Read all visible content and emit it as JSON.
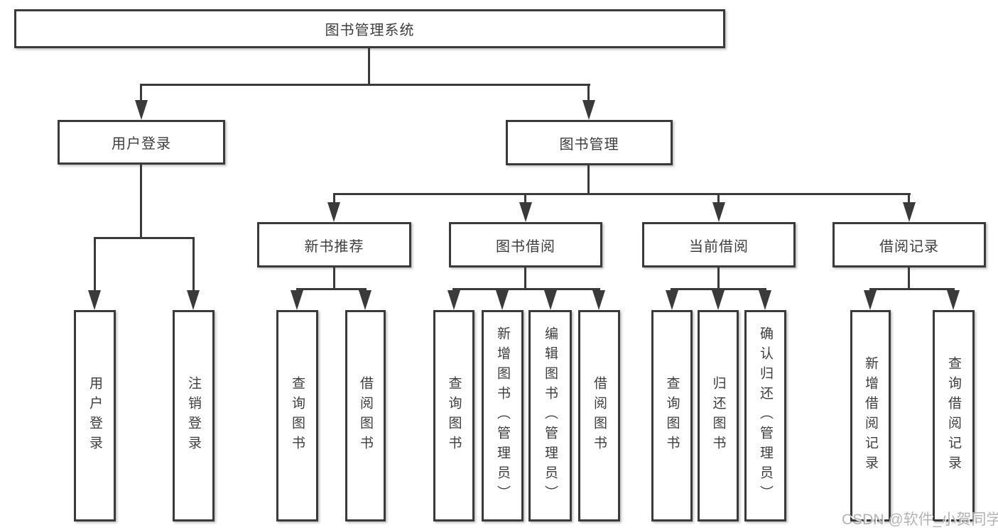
{
  "root": {
    "label": "图书管理系统"
  },
  "branches": [
    {
      "label": "用户登录",
      "children": [
        "用户登录",
        "注销登录"
      ]
    },
    {
      "label": "图书管理",
      "sections": [
        {
          "label": "新书推荐",
          "children": [
            "查询图书",
            "借阅图书"
          ]
        },
        {
          "label": "图书借阅",
          "children": [
            "查询图书",
            "新增图书（管理员）",
            "编辑图书（管理员）",
            "借阅图书"
          ]
        },
        {
          "label": "当前借阅",
          "children": [
            "查询图书",
            "归还图书",
            "确认归还（管理员）"
          ]
        },
        {
          "label": "借阅记录",
          "children": [
            "新增借阅记录",
            "查询借阅记录"
          ]
        }
      ]
    }
  ],
  "watermark": {
    "text": "CSDN @软件_小贺同学"
  },
  "colors": {
    "line": "#3a3a3a",
    "text": "#3d3d3d",
    "background": "#ffffff",
    "watermark": "#b3b3b3"
  }
}
